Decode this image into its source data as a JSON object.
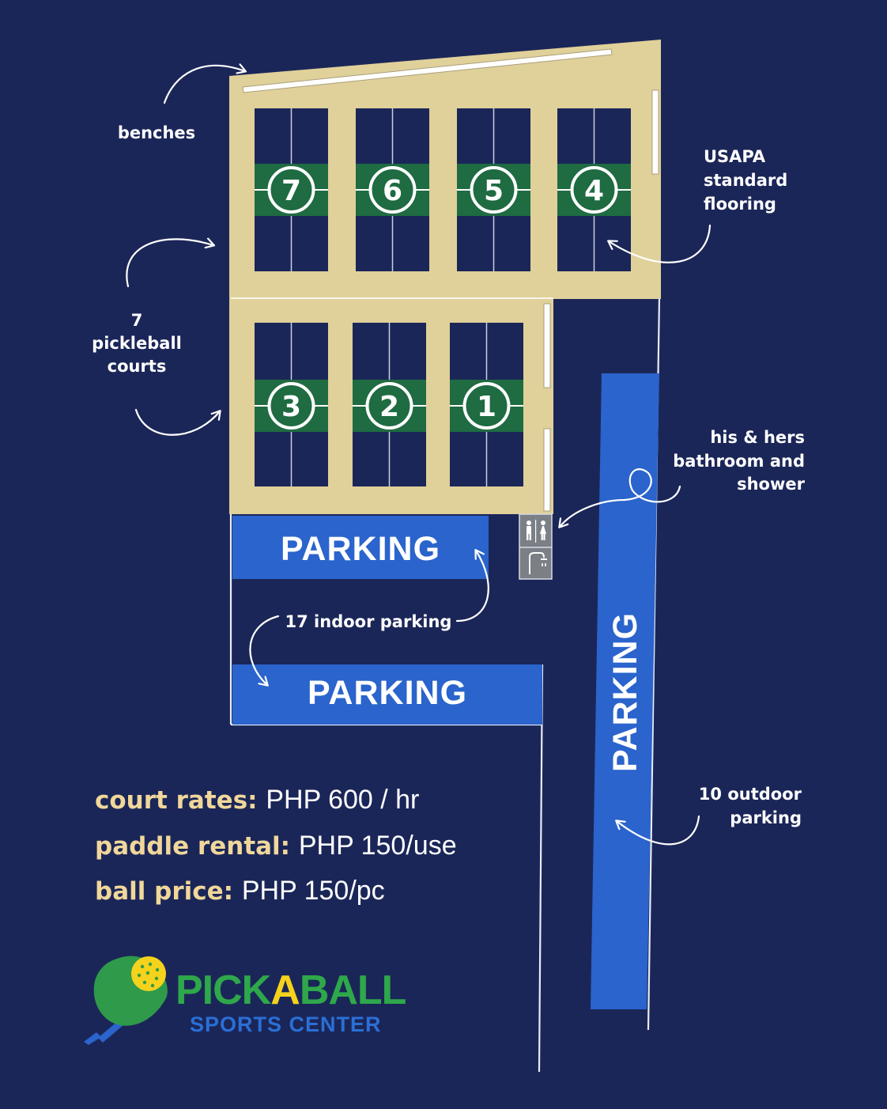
{
  "courts": {
    "top_row": [
      {
        "number": "7"
      },
      {
        "number": "6"
      },
      {
        "number": "5"
      },
      {
        "number": "4"
      }
    ],
    "bottom_row": [
      {
        "number": "3"
      },
      {
        "number": "2"
      },
      {
        "number": "1"
      }
    ]
  },
  "annotations": {
    "benches": "benches",
    "flooring_line1": "USAPA",
    "flooring_line2": "standard",
    "flooring_line3": "flooring",
    "courts_line1": "7",
    "courts_line2": "pickleball",
    "courts_line3": "courts",
    "bathroom_line1": "his & hers",
    "bathroom_line2": "bathroom and",
    "bathroom_line3": "shower",
    "indoor_parking": "17 indoor parking",
    "outdoor_line1": "10 outdoor",
    "outdoor_line2": "parking"
  },
  "parking": {
    "upper": "PARKING",
    "lower": "PARKING",
    "side": "PARKING"
  },
  "rates": [
    {
      "label": "court rates:",
      "value": "PHP 600 / hr"
    },
    {
      "label": "paddle rental:",
      "value": "PHP 150/use"
    },
    {
      "label": "ball price:",
      "value": "PHP 150/pc"
    }
  ],
  "logo": {
    "brand_pre": "PICK",
    "brand_a": "A",
    "brand_post": "BALL",
    "tagline": "SPORTS CENTER"
  },
  "colors": {
    "background": "#1b2658",
    "floor": "#e0d09a",
    "court": "#1b2658",
    "kitchen": "#1f6b42",
    "parking": "#2a64cc"
  }
}
